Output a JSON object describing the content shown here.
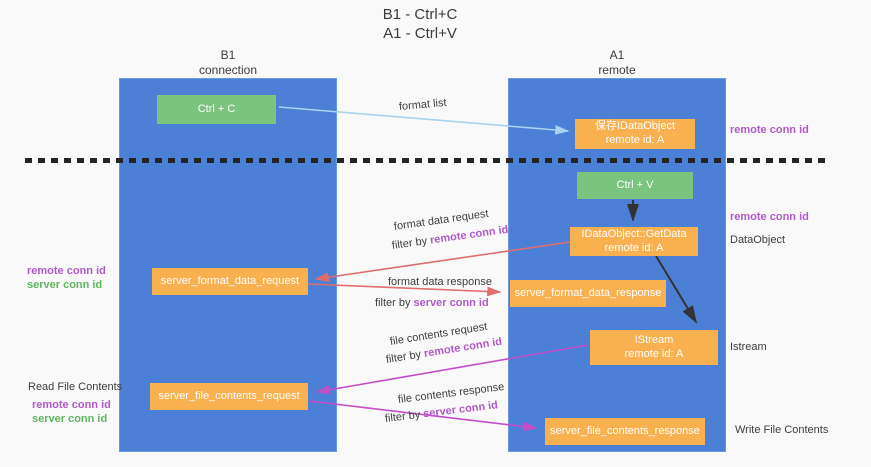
{
  "title": {
    "line1": "B1 - Ctrl+C",
    "line2": "A1 - Ctrl+V"
  },
  "columns": {
    "left": {
      "name": "B1",
      "role": "connection"
    },
    "right": {
      "name": "A1",
      "role": "remote"
    }
  },
  "boxes": {
    "ctrl_c": "Ctrl + C",
    "ctrl_v": "Ctrl + V",
    "save_idataobject": {
      "line1": "保存IDataObject",
      "line2": "remote id: A"
    },
    "getdata": {
      "line1": "IDataObject::GetData",
      "line2": "remote id: A"
    },
    "istream": {
      "line1": "IStream",
      "line2": "remote id: A"
    },
    "server_format_data_request": "server_format_data_request",
    "server_format_data_response": "server_format_data_response",
    "server_file_contents_request": "server_file_contents_request",
    "server_file_contents_response": "server_file_contents_response"
  },
  "flow_labels": {
    "format_list": "format list",
    "format_data_request": "format data request",
    "format_data_response": "format data response",
    "file_contents_request": "file contents request",
    "file_contents_response": "file contents response",
    "filter_by": "filter by ",
    "remote_conn_id": "remote conn id",
    "server_conn_id": "server conn id"
  },
  "side_labels": {
    "remote_conn_id": "remote conn id",
    "server_conn_id": "server conn id",
    "dataobject": "DataObject",
    "istream": "Istream",
    "read_file_contents": "Read File Contents",
    "write_file_contents": "Write File Contents"
  },
  "colors": {
    "lifeline_blue": "#4c7fd6",
    "box_green": "#7bc47d",
    "box_orange": "#f9b04e",
    "arrow_light_blue": "#a9d3ee",
    "arrow_red": "#e06e6e",
    "arrow_magenta": "#c44ec8",
    "arrow_black": "#333333",
    "text_purple": "#b05ac8",
    "text_green": "#5fb55f"
  }
}
